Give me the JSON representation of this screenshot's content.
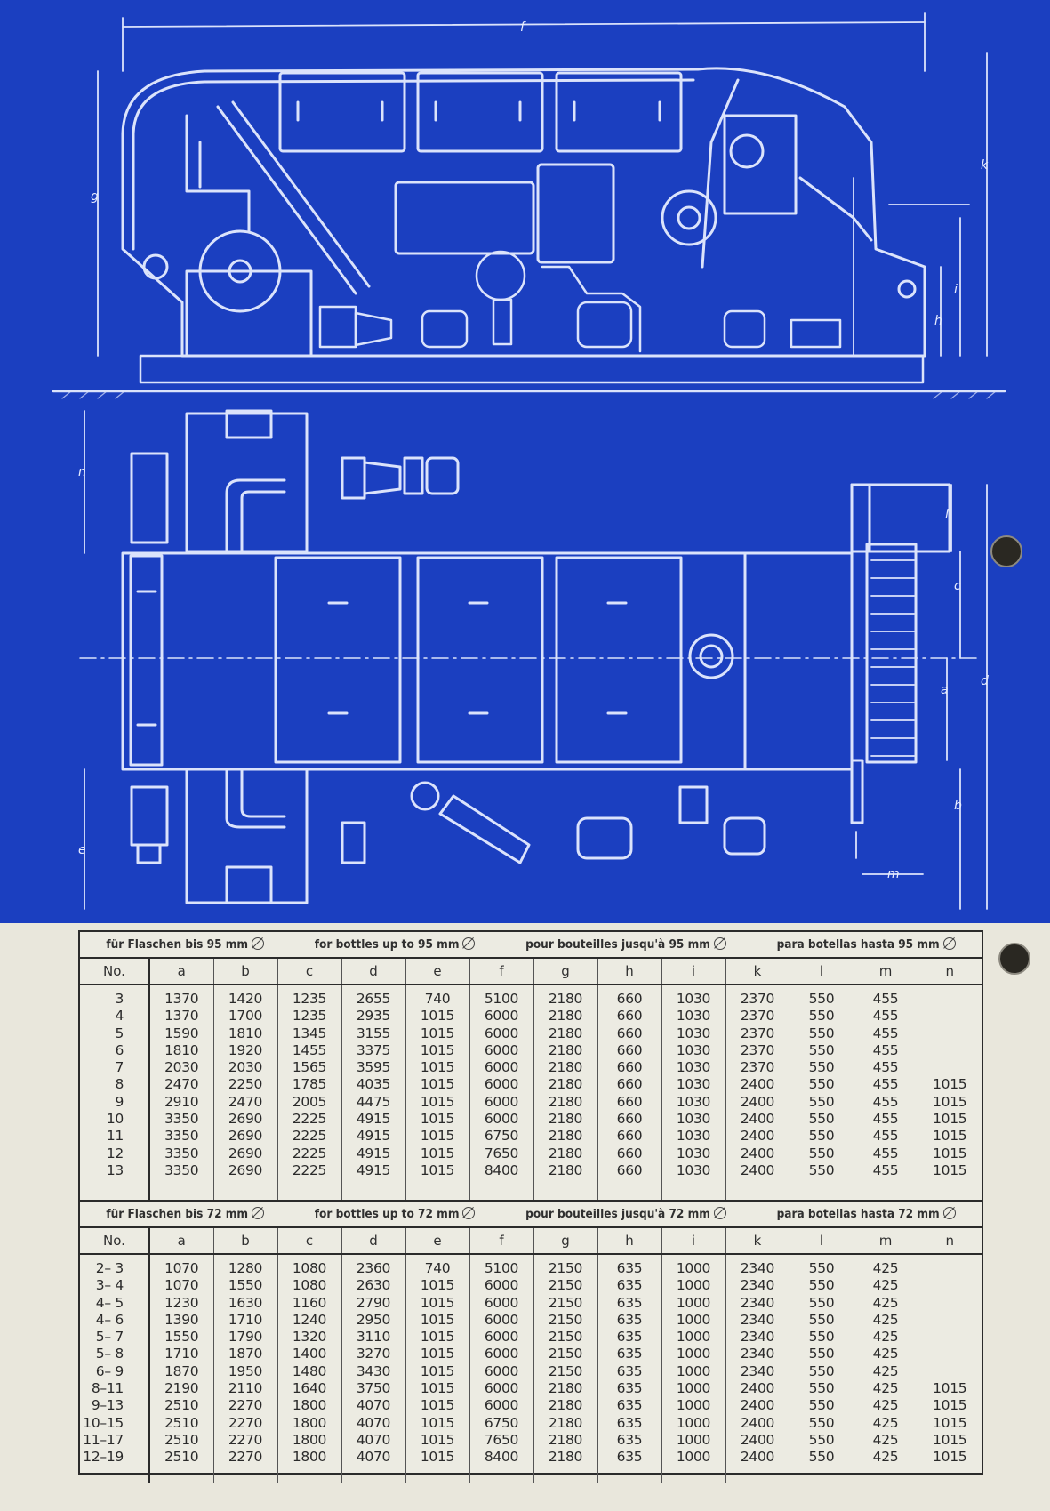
{
  "drawing": {
    "labels": {
      "f": "f",
      "g": "g",
      "k": "k",
      "h": "h",
      "i": "i",
      "n": "n",
      "e": "e",
      "l": "l",
      "c": "c",
      "a": "a",
      "d": "d",
      "b": "b",
      "m": "m"
    }
  },
  "table_95": {
    "caption": {
      "de": "für Flaschen bis 95 mm",
      "en": "for bottles up to 95 mm",
      "fr": "pour bouteilles jusqu'à 95 mm",
      "es": "para botellas hasta 95 mm"
    },
    "columns": [
      "No.",
      "a",
      "b",
      "c",
      "d",
      "e",
      "f",
      "g",
      "h",
      "i",
      "k",
      "l",
      "m",
      "n"
    ],
    "rows": [
      [
        "3",
        "1370",
        "1420",
        "1235",
        "2655",
        "740",
        "5100",
        "2180",
        "660",
        "1030",
        "2370",
        "550",
        "455",
        ""
      ],
      [
        "4",
        "1370",
        "1700",
        "1235",
        "2935",
        "1015",
        "6000",
        "2180",
        "660",
        "1030",
        "2370",
        "550",
        "455",
        ""
      ],
      [
        "5",
        "1590",
        "1810",
        "1345",
        "3155",
        "1015",
        "6000",
        "2180",
        "660",
        "1030",
        "2370",
        "550",
        "455",
        ""
      ],
      [
        "6",
        "1810",
        "1920",
        "1455",
        "3375",
        "1015",
        "6000",
        "2180",
        "660",
        "1030",
        "2370",
        "550",
        "455",
        ""
      ],
      [
        "7",
        "2030",
        "2030",
        "1565",
        "3595",
        "1015",
        "6000",
        "2180",
        "660",
        "1030",
        "2370",
        "550",
        "455",
        ""
      ],
      [
        "8",
        "2470",
        "2250",
        "1785",
        "4035",
        "1015",
        "6000",
        "2180",
        "660",
        "1030",
        "2400",
        "550",
        "455",
        "1015"
      ],
      [
        "9",
        "2910",
        "2470",
        "2005",
        "4475",
        "1015",
        "6000",
        "2180",
        "660",
        "1030",
        "2400",
        "550",
        "455",
        "1015"
      ],
      [
        "10",
        "3350",
        "2690",
        "2225",
        "4915",
        "1015",
        "6000",
        "2180",
        "660",
        "1030",
        "2400",
        "550",
        "455",
        "1015"
      ],
      [
        "11",
        "3350",
        "2690",
        "2225",
        "4915",
        "1015",
        "6750",
        "2180",
        "660",
        "1030",
        "2400",
        "550",
        "455",
        "1015"
      ],
      [
        "12",
        "3350",
        "2690",
        "2225",
        "4915",
        "1015",
        "7650",
        "2180",
        "660",
        "1030",
        "2400",
        "550",
        "455",
        "1015"
      ],
      [
        "13",
        "3350",
        "2690",
        "2225",
        "4915",
        "1015",
        "8400",
        "2180",
        "660",
        "1030",
        "2400",
        "550",
        "455",
        "1015"
      ]
    ]
  },
  "table_72": {
    "caption": {
      "de": "für Flaschen bis 72 mm",
      "en": "for bottles up to 72 mm",
      "fr": "pour bouteilles jusqu'à 72 mm",
      "es": "para botellas hasta 72 mm"
    },
    "columns": [
      "No.",
      "a",
      "b",
      "c",
      "d",
      "e",
      "f",
      "g",
      "h",
      "i",
      "k",
      "l",
      "m",
      "n"
    ],
    "rows": [
      [
        "2– 3",
        "1070",
        "1280",
        "1080",
        "2360",
        "740",
        "5100",
        "2150",
        "635",
        "1000",
        "2340",
        "550",
        "425",
        ""
      ],
      [
        "3– 4",
        "1070",
        "1550",
        "1080",
        "2630",
        "1015",
        "6000",
        "2150",
        "635",
        "1000",
        "2340",
        "550",
        "425",
        ""
      ],
      [
        "4– 5",
        "1230",
        "1630",
        "1160",
        "2790",
        "1015",
        "6000",
        "2150",
        "635",
        "1000",
        "2340",
        "550",
        "425",
        ""
      ],
      [
        "4– 6",
        "1390",
        "1710",
        "1240",
        "2950",
        "1015",
        "6000",
        "2150",
        "635",
        "1000",
        "2340",
        "550",
        "425",
        ""
      ],
      [
        "5– 7",
        "1550",
        "1790",
        "1320",
        "3110",
        "1015",
        "6000",
        "2150",
        "635",
        "1000",
        "2340",
        "550",
        "425",
        ""
      ],
      [
        "5– 8",
        "1710",
        "1870",
        "1400",
        "3270",
        "1015",
        "6000",
        "2150",
        "635",
        "1000",
        "2340",
        "550",
        "425",
        ""
      ],
      [
        "6– 9",
        "1870",
        "1950",
        "1480",
        "3430",
        "1015",
        "6000",
        "2150",
        "635",
        "1000",
        "2340",
        "550",
        "425",
        ""
      ],
      [
        "8–11",
        "2190",
        "2110",
        "1640",
        "3750",
        "1015",
        "6000",
        "2180",
        "635",
        "1000",
        "2400",
        "550",
        "425",
        "1015"
      ],
      [
        "9–13",
        "2510",
        "2270",
        "1800",
        "4070",
        "1015",
        "6000",
        "2180",
        "635",
        "1000",
        "2400",
        "550",
        "425",
        "1015"
      ],
      [
        "10–15",
        "2510",
        "2270",
        "1800",
        "4070",
        "1015",
        "6750",
        "2180",
        "635",
        "1000",
        "2400",
        "550",
        "425",
        "1015"
      ],
      [
        "11–17",
        "2510",
        "2270",
        "1800",
        "4070",
        "1015",
        "7650",
        "2180",
        "635",
        "1000",
        "2400",
        "550",
        "425",
        "1015"
      ],
      [
        "12–19",
        "2510",
        "2270",
        "1800",
        "4070",
        "1015",
        "8400",
        "2180",
        "635",
        "1000",
        "2400",
        "550",
        "425",
        "1015"
      ]
    ]
  }
}
